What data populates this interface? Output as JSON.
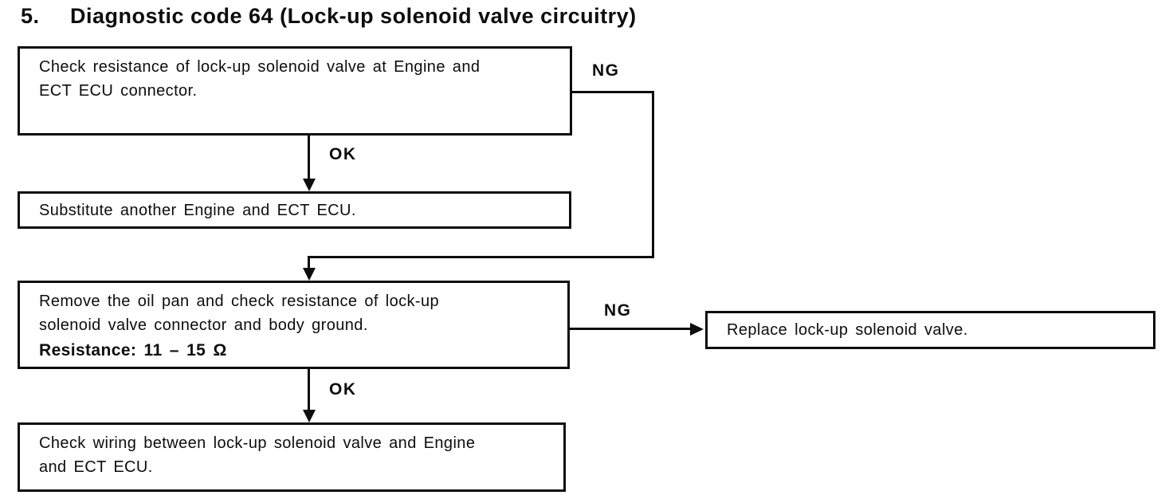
{
  "title": {
    "number": "5.",
    "text": "Diagnostic code 64 (Lock-up solenoid valve circuitry)"
  },
  "flow": {
    "step1": {
      "lines": [
        "Check resistance of lock-up solenoid valve at Engine and",
        "ECT ECU connector."
      ]
    },
    "step2": {
      "lines": [
        "Substitute another Engine and ECT ECU."
      ]
    },
    "step3": {
      "lines": [
        "Remove the oil pan and check resistance of lock-up",
        "solenoid valve connector and body ground."
      ],
      "spec": "Resistance:   11 – 15 Ω"
    },
    "step4": {
      "lines": [
        "Check wiring between lock-up solenoid valve and Engine",
        "and ECT ECU."
      ]
    },
    "replace": {
      "lines": [
        "Replace lock-up solenoid valve."
      ]
    }
  },
  "connectors": {
    "ok1": "OK",
    "ng1": "NG",
    "ok2": "OK",
    "ng2": "NG"
  },
  "colors": {
    "ink": "#0d0d0d",
    "background": "#ffffff"
  }
}
